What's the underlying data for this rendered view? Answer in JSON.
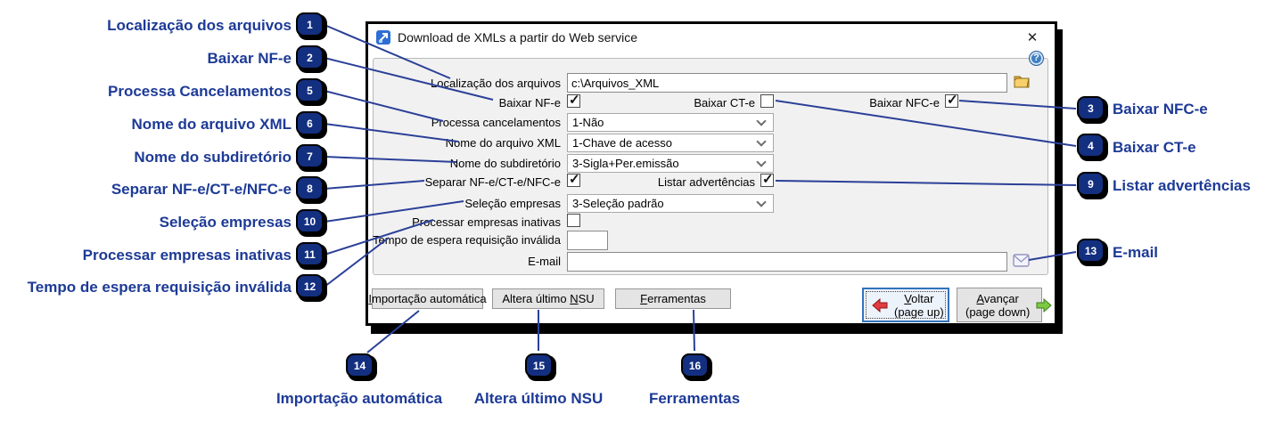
{
  "annotation": {
    "left_callouts": [
      {
        "num": "1",
        "label": "Localização dos arquivos"
      },
      {
        "num": "2",
        "label": "Baixar NF-e"
      },
      {
        "num": "5",
        "label": "Processa Cancelamentos"
      },
      {
        "num": "6",
        "label": "Nome do arquivo XML"
      },
      {
        "num": "7",
        "label": "Nome do subdiretório"
      },
      {
        "num": "8",
        "label": "Separar NF-e/CT-e/NFC-e"
      },
      {
        "num": "10",
        "label": "Seleção empresas"
      },
      {
        "num": "11",
        "label": "Processar empresas inativas"
      },
      {
        "num": "12",
        "label": "Tempo de espera requisição inválida"
      }
    ],
    "right_callouts": [
      {
        "num": "3",
        "label": "Baixar NFC-e"
      },
      {
        "num": "4",
        "label": "Baixar CT-e"
      },
      {
        "num": "9",
        "label": "Listar advertências"
      },
      {
        "num": "13",
        "label": "E-mail"
      }
    ],
    "bottom_callouts": [
      {
        "num": "14",
        "label": "Importação automática"
      },
      {
        "num": "15",
        "label": "Altera último NSU"
      },
      {
        "num": "16",
        "label": "Ferramentas"
      }
    ]
  },
  "dialog": {
    "title": "Download de XMLs a partir do Web service",
    "close_glyph": "✕",
    "help_glyph": "?",
    "fields": {
      "localizacao": {
        "label": "Localização dos arquivos",
        "value": "c:\\Arquivos_XML"
      },
      "baixar_nfe": {
        "label": "Baixar NF-e",
        "checked": "✓"
      },
      "baixar_cte": {
        "label": "Baixar CT-e",
        "checked": ""
      },
      "baixar_nfce": {
        "label": "Baixar NFC-e",
        "checked": "✓"
      },
      "processa_cancelamentos": {
        "label": "Processa cancelamentos",
        "value": "1-Não"
      },
      "nome_arquivo_xml": {
        "label": "Nome do arquivo XML",
        "value": "1-Chave de acesso"
      },
      "nome_subdiretorio": {
        "label": "Nome do subdiretório",
        "value": "3-Sigla+Per.emissão"
      },
      "separar": {
        "label": "Separar NF-e/CT-e/NFC-e",
        "checked": "✓"
      },
      "listar_advertencias": {
        "label": "Listar advertências",
        "checked": "✓"
      },
      "selecao_empresas": {
        "label": "Seleção empresas",
        "value": "3-Seleção padrão"
      },
      "processar_inativas": {
        "label": "Processar empresas inativas",
        "checked": ""
      },
      "tempo_espera": {
        "label": "Tempo de espera requisição inválida",
        "value": ""
      },
      "email": {
        "label": "E-mail",
        "value": ""
      }
    },
    "buttons": {
      "importacao": {
        "pre": "",
        "accel": "I",
        "post": "mportação automática"
      },
      "altera_nsu": {
        "pre": "Altera último ",
        "accel": "N",
        "post": "SU"
      },
      "ferramentas": {
        "pre": "",
        "accel": "F",
        "post": "erramentas"
      },
      "voltar": {
        "accel": "V",
        "post": "oltar",
        "line2": "(page up)"
      },
      "avancar": {
        "accel": "A",
        "post": "vançar",
        "line2": "(page down)"
      }
    }
  },
  "colors": {
    "annotation_badge": "#132f80",
    "annotation_label": "#1d3a96",
    "annotation_line": "#2b4098",
    "voltar_arrow": "#e13b41",
    "avancar_arrow": "#7cc944"
  }
}
